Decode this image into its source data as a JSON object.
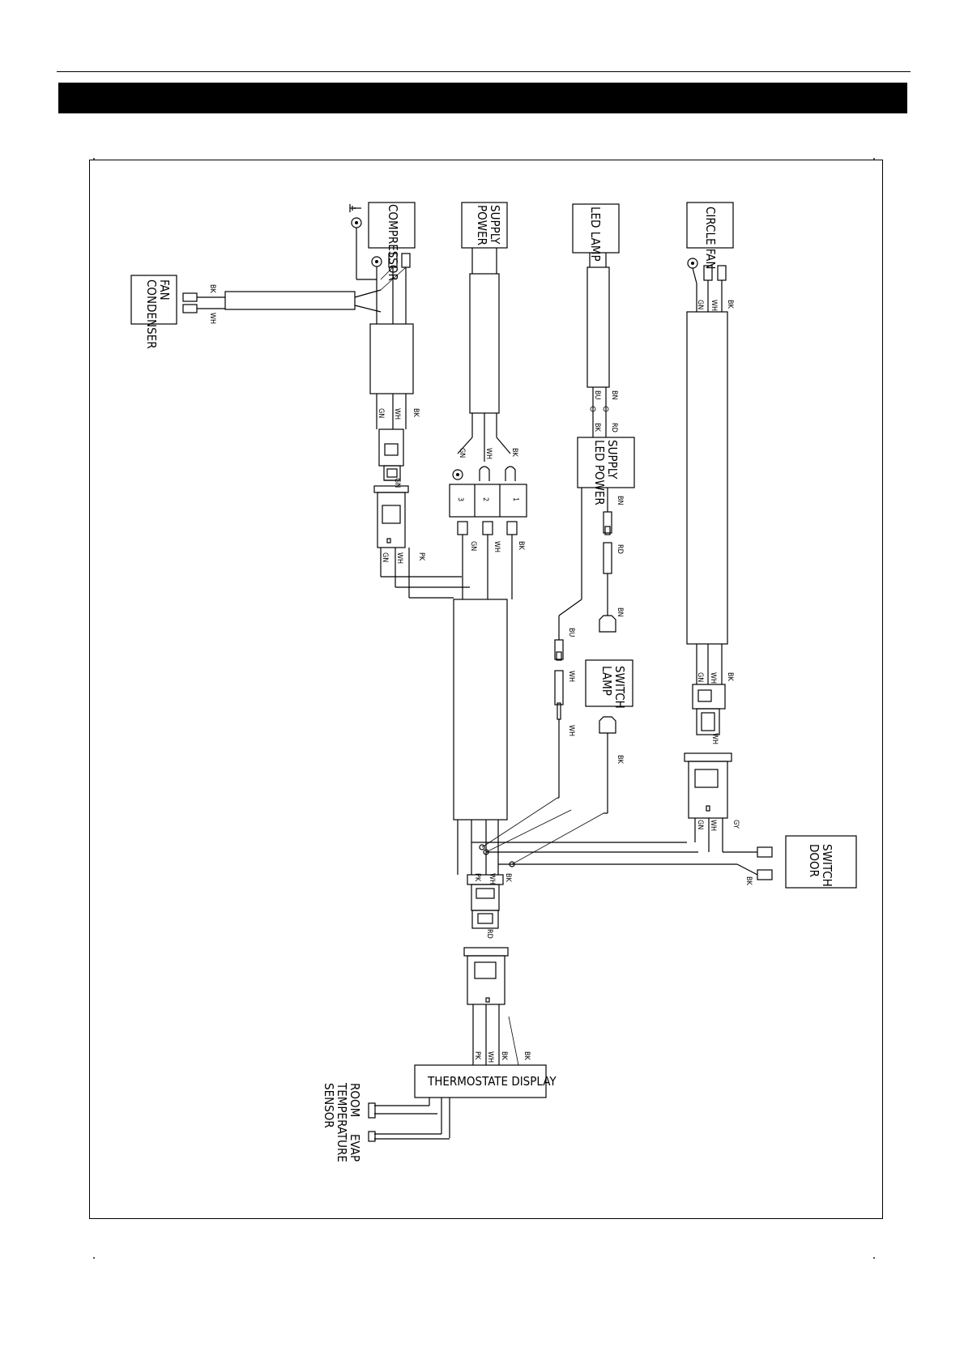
{
  "components": {
    "compressor": "COMPRESSOR",
    "power_supply": [
      "POWER",
      "SUPPLY"
    ],
    "led_lamp": "LED LAMP",
    "circle_fan": "CIRCLE FAN",
    "condenser_fan": [
      "CONDENSER",
      "FAN"
    ],
    "led_power_supply": [
      "LED POWER",
      "SUPPLY"
    ],
    "lamp_switch": [
      "LAMP",
      "SWITCH"
    ],
    "door_switch": [
      "DOOR",
      "SWITCH"
    ],
    "thermostat_display": "THERMOSTATE DISPLAY",
    "room_sensor": [
      "ROOM",
      "TEMPERATURE",
      "SENSOR"
    ],
    "evap_sensor": "EVAP"
  },
  "terminal_numbers": [
    "1",
    "2",
    "3"
  ],
  "wire_colors": {
    "BK": "BK",
    "WH": "WH",
    "GN": "GN",
    "BU": "BU",
    "BN": "BN",
    "RD": "RD",
    "PK": "PK",
    "GY": "GY"
  }
}
